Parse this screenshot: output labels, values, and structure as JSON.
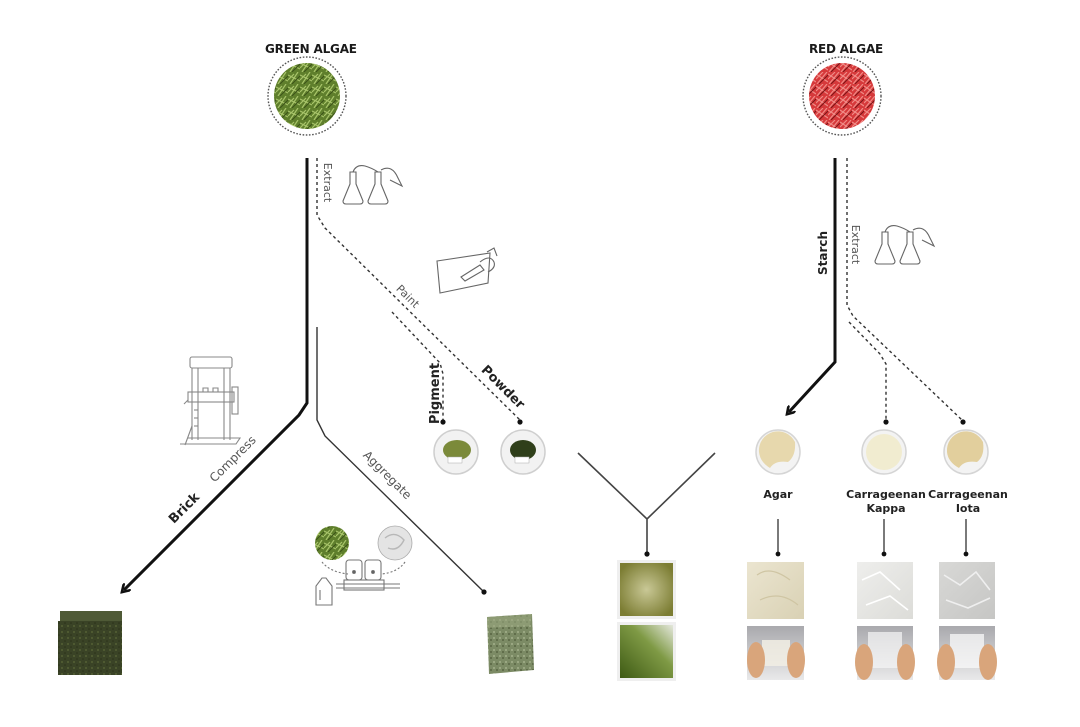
{
  "diagram": {
    "sources": [
      {
        "id": "green",
        "title": "GREEN ALGAE",
        "color": "#6f8f3a"
      },
      {
        "id": "red",
        "title": "RED ALGAE",
        "color": "#d6393b"
      }
    ],
    "green_paths": {
      "extract_label": "Extract",
      "paint_label": "Paint",
      "pigment_label": "Pigment",
      "powder_label": "Powder",
      "compress_label": "Compress",
      "brick_label": "Brick",
      "aggregate_label": "Aggregate"
    },
    "red_paths": {
      "starch_label": "Starch",
      "extract_label": "Extract"
    },
    "red_products": [
      {
        "label_line1": "Agar",
        "label_line2": "",
        "color": "#e8d9b0"
      },
      {
        "label_line1": "Carrageenan",
        "label_line2": "Kappa",
        "color": "#efe9cf"
      },
      {
        "label_line1": "Carrageenan",
        "label_line2": "Iota",
        "color": "#e6d3a6"
      }
    ],
    "icons": [
      "flask-pair-icon",
      "paint-brush-canvas-icon",
      "hydraulic-press-icon",
      "mixer-machine-icon"
    ]
  }
}
